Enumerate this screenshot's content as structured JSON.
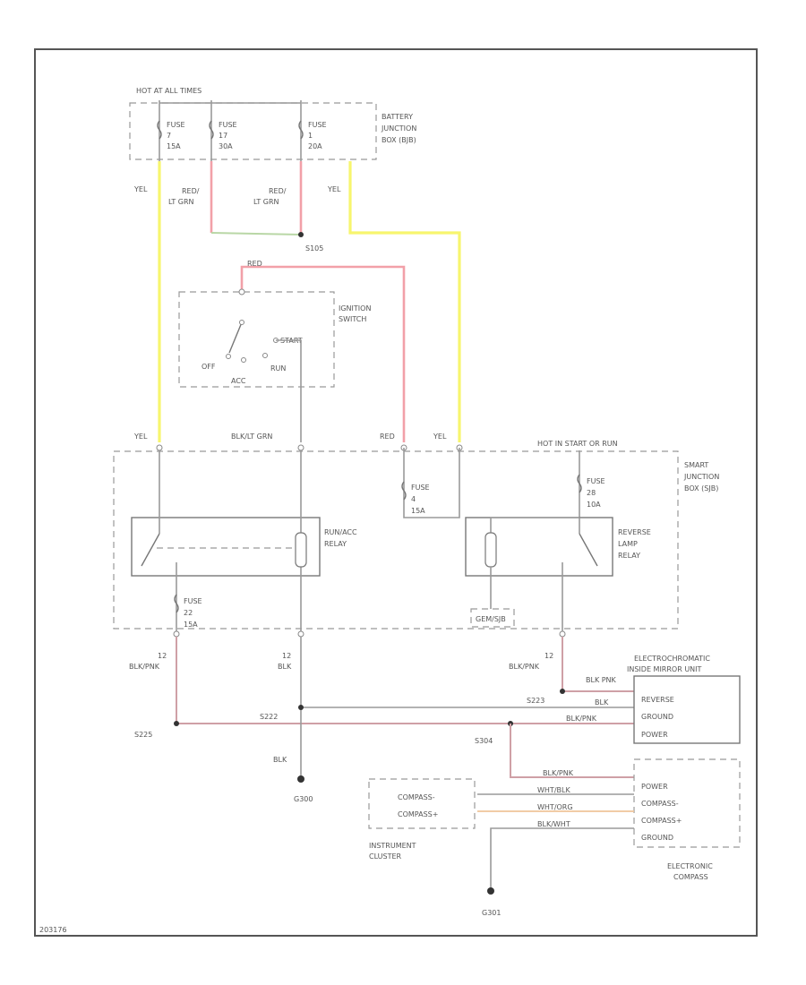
{
  "labels": {
    "hot_at_all_times": "HOT AT ALL TIMES",
    "battery_jb": [
      "BATTERY",
      "JUNCTION",
      "BOX (BJB)"
    ],
    "fuse_a": [
      "FUSE",
      "7",
      "15A"
    ],
    "fuse_b": [
      "FUSE",
      "17",
      "30A"
    ],
    "fuse_c": [
      "FUSE",
      "1",
      "20A"
    ],
    "yel": "YEL",
    "red_lt_grn": [
      "RED/",
      "LT GRN"
    ],
    "s105": "S105",
    "red": "RED",
    "ignition_switch": [
      "IGNITION",
      "SWITCH"
    ],
    "start": "START",
    "off": "OFF",
    "run": "RUN",
    "acc": "ACC",
    "blk_lt_grn": "BLK/LT GRN",
    "hot_in_start_or_run": "HOT IN START OR RUN",
    "smart_jb": [
      "SMART",
      "JUNCTION",
      "BOX (SJB)"
    ],
    "fuse_sjb_a": [
      "FUSE",
      "4",
      "15A"
    ],
    "fuse_sjb_b": [
      "FUSE",
      "28",
      "10A"
    ],
    "fuse_sjb_c": [
      "FUSE",
      "22",
      "15A"
    ],
    "run_acc_relay": [
      "RUN/ACC",
      "RELAY"
    ],
    "reverse_lamp_relay": [
      "REVERSE",
      "LAMP",
      "RELAY"
    ],
    "gem_sjb": "GEM/SJB",
    "c12": "12",
    "blk_pnk": "BLK/PNK",
    "blk": "BLK",
    "s225": "S225",
    "s222": "S222",
    "s223": "S223",
    "s304": "S304",
    "g300": "G300",
    "g301": "G301",
    "ec_mirror": [
      "ELECTROCHROMATIC",
      "INSIDE MIRROR UNIT"
    ],
    "mirror_pins": [
      "REVERSE",
      "GROUND",
      "POWER"
    ],
    "mirror_wires": [
      "BLK PNK",
      "BLK",
      "BLK/PNK"
    ],
    "compass_pins": [
      "POWER",
      "COMPASS-",
      "COMPASS+",
      "GROUND"
    ],
    "compass_wires": [
      "BLK/PNK",
      "WHT/BLK",
      "WHT/ORG",
      "BLK/WHT"
    ],
    "cluster_pins": [
      "COMPASS-",
      "COMPASS+"
    ],
    "instrument_cluster": [
      "INSTRUMENT",
      "CLUSTER"
    ],
    "electronic_compass": [
      "ELECTRONIC",
      "COMPASS"
    ],
    "diagram_code": "203176"
  },
  "colors": {
    "yellow_wire": "#f7f56e",
    "red_wire": "#f2a0a8",
    "green_wire": "#b9d7a6",
    "orange_wire": "#efc49a",
    "gray_wire": "#9a9a9a"
  }
}
